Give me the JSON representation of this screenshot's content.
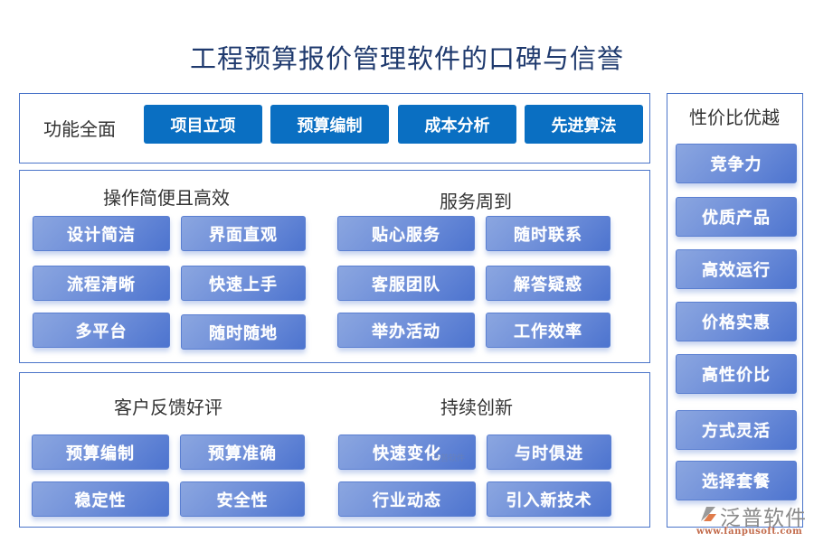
{
  "title": "工程预算报价管理软件的口碑与信誉",
  "features": {
    "label": "功能全面",
    "buttons": [
      "项目立项",
      "预算编制",
      "成本分析",
      "先进算法"
    ]
  },
  "ease": {
    "label": "操作简便且高效",
    "items": [
      "设计简洁",
      "界面直观",
      "流程清晰",
      "快速上手",
      "多平台",
      "随时随地"
    ]
  },
  "service": {
    "label": "服务周到",
    "items": [
      "贴心服务",
      "随时联系",
      "客服团队",
      "解答疑惑",
      "举办活动",
      "工作效率"
    ]
  },
  "feedback": {
    "label": "客户反馈好评",
    "items": [
      "预算编制",
      "预算准确",
      "稳定性",
      "安全性"
    ]
  },
  "innovation": {
    "label": "持续创新",
    "items": [
      "快速变化",
      "与时俱进",
      "行业动态",
      "引入新技术"
    ]
  },
  "value": {
    "label": "性价比优越",
    "items": [
      "竞争力",
      "优质产品",
      "高效运行",
      "价格实惠",
      "高性价比",
      "方式灵活",
      "选择套餐"
    ]
  },
  "logo": {
    "name": "泛普软件",
    "url": "www.fanpusoft.com",
    "watermark": "泛普软件"
  },
  "colors": {
    "title": "#1f3a6e",
    "panel_border": "#4a74c9",
    "flat_button": "#0a6fc2",
    "gradient_start": "#8ba6e0",
    "gradient_end": "#4d74cf"
  }
}
